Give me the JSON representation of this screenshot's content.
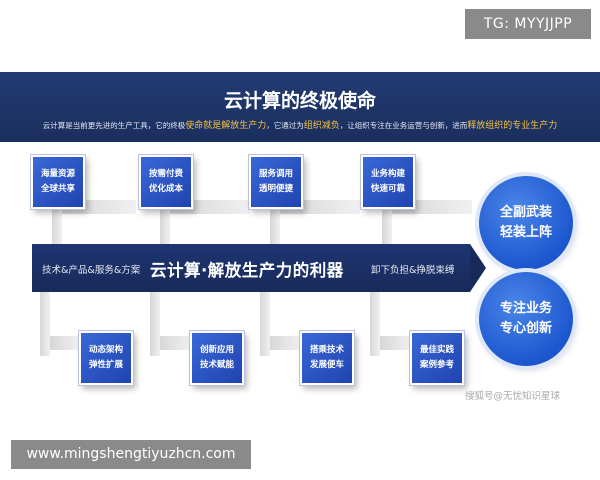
{
  "badge": "TG: MYYJJPP",
  "banner": {
    "title": "云计算的终极使命",
    "sub_parts": [
      "云计算是当前更先进的生产工具，它的终极",
      "使命就是解放生产力",
      "，它通过为",
      "组织减负",
      "，让组织专注在业务运营与创新，进而",
      "释放组织的专业生产力"
    ]
  },
  "top_boxes": [
    {
      "line1": "海量资源",
      "line2": "全球共享"
    },
    {
      "line1": "按需付费",
      "line2": "优化成本"
    },
    {
      "line1": "服务调用",
      "line2": "透明便捷"
    },
    {
      "line1": "业务构建",
      "line2": "快速可靠"
    }
  ],
  "main_arrow": {
    "left": "技术&产品&服务&方案",
    "center": "云计算·解放生产力的利器",
    "right": "卸下负担&挣脱束缚"
  },
  "bottom_boxes": [
    {
      "line1": "动态架构",
      "line2": "弹性扩展"
    },
    {
      "line1": "创新应用",
      "line2": "技术赋能"
    },
    {
      "line1": "搭乘技术",
      "line2": "发展便车"
    },
    {
      "line1": "最佳实践",
      "line2": "案例参考"
    }
  ],
  "circles": [
    {
      "line1": "全副武装",
      "line2": "轻装上阵"
    },
    {
      "line1": "专注业务",
      "line2": "专心创新"
    }
  ],
  "watermark": "搜狐号@无忧知识星球",
  "url": "www.mingshengtiyuzhcn.com",
  "colors": {
    "banner": "#1f3571",
    "box": "#2a55c8",
    "highlight": "#f6c244",
    "circle": "#1d57cf"
  }
}
